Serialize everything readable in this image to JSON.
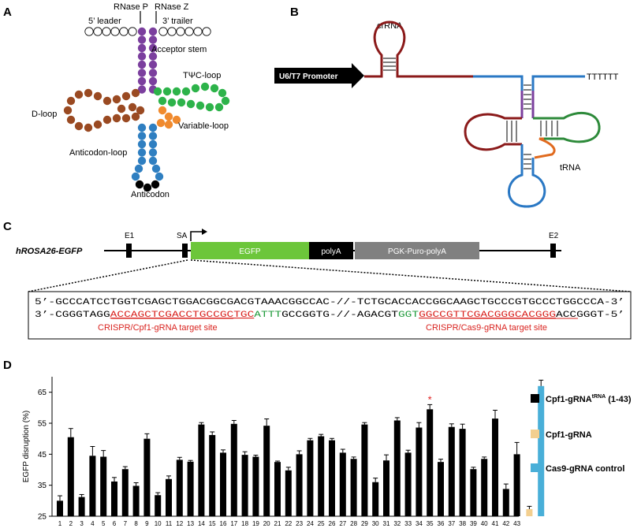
{
  "panels": {
    "a": "A",
    "b": "B",
    "c": "C",
    "d": "D"
  },
  "panel_a": {
    "rnase_p": "RNase P",
    "rnase_z": "RNase Z",
    "leader": "5’ leader",
    "trailer": "3’ trailer",
    "acceptor_stem": "Acceptor stem",
    "twc_loop": "TΨC-loop",
    "d_loop": "D-loop",
    "variable_loop": "Variable-loop",
    "anticodon_loop": "Anticodon-loop",
    "anticodon": "Anticodon",
    "colors": {
      "acceptor": "#7b3f9e",
      "d_loop": "#9a4a22",
      "twc": "#2db34a",
      "variable": "#f08a2e",
      "anticodon": "#2f7fc1",
      "anticodon_bases": "#000000"
    }
  },
  "panel_b": {
    "crrna": "crRNA",
    "promoter": "U6/T7 Promoter",
    "poly_t": "TTTTTT",
    "trna": "tRNA",
    "colors": {
      "crrna": "#8b1a1a",
      "trna_line": "#2a78c4",
      "acceptor": "#7b3f9e",
      "twc": "#2d8a3a",
      "variable": "#e06a1e"
    }
  },
  "panel_c": {
    "locus": "hROSA26-EGFP",
    "e1": "E1",
    "sa": "SA",
    "egfp": "EGFP",
    "polya": "polyA",
    "pgk": "PGK-Puro-polyA",
    "e2": "E2",
    "seq_top": "5’-GCCCATCCTGGTCGAGCTGGACGGCGACGTAAACGGCCAC-//-TCTGCACCACCGGCAAGCTGCCCGTGCCCTGGCCCA-3’",
    "seq_bottom": {
      "p1": "3’-CGGGTAGG",
      "p2": "ACCAGCTCGACCTGCCGCTGC",
      "p3": "ATTT",
      "p4": "GCCGGTG-//-AGACGT",
      "p5": "GGT",
      "p6": "GGCCGTTCGACGGGCACGGG",
      "p7": "ACCGGGT-5’"
    },
    "cpf1_site": "CRISPR/Cpf1-gRNA target site",
    "cas9_site": "CRISPR/Cas9-gRNA target site",
    "colors": {
      "egfp": "#6cc63a",
      "polya": "#000000",
      "pgk": "#808080",
      "target": "#d9231f",
      "pam": "#1f9a3a"
    }
  },
  "chart_data": {
    "type": "bar",
    "ylabel": "EGFP disruption (%)",
    "ylim": [
      25,
      70
    ],
    "yticks": [
      25,
      35,
      45,
      55,
      65
    ],
    "categories": [
      "1",
      "2",
      "3",
      "4",
      "5",
      "6",
      "7",
      "8",
      "9",
      "10",
      "11",
      "12",
      "13",
      "14",
      "15",
      "16",
      "17",
      "18",
      "19",
      "20",
      "21",
      "22",
      "23",
      "24",
      "25",
      "26",
      "27",
      "28",
      "29",
      "30",
      "31",
      "32",
      "33",
      "34",
      "35",
      "36",
      "37",
      "38",
      "39",
      "40",
      "41",
      "42",
      "43"
    ],
    "series": [
      {
        "name": "Cpf1-gRNAtRNA (1-43)",
        "legend_main": "Cpf1-gRNA",
        "legend_sup": "tRNA",
        "legend_rest": " (1-43)",
        "color": "#000000",
        "values": [
          30.0,
          50.5,
          31.2,
          44.5,
          44.2,
          36.2,
          40.2,
          34.8,
          50.0,
          31.8,
          37.0,
          43.2,
          42.6,
          54.6,
          51.2,
          45.5,
          54.8,
          44.8,
          44.2,
          54.2,
          42.5,
          39.8,
          45.0,
          49.5,
          50.8,
          49.5,
          45.5,
          43.5,
          54.6,
          36.0,
          43.0,
          55.9,
          45.5,
          53.6,
          59.5,
          42.5,
          53.8,
          53.2,
          40.2,
          43.5,
          56.5,
          33.8,
          45.0
        ],
        "errors": [
          1.6,
          2.8,
          0.8,
          3.0,
          2.0,
          1.3,
          0.8,
          1.0,
          1.6,
          0.8,
          1.0,
          0.8,
          0.4,
          0.6,
          1.0,
          0.9,
          1.1,
          1.0,
          0.5,
          2.2,
          0.3,
          1.0,
          1.1,
          0.6,
          0.6,
          0.6,
          1.1,
          0.6,
          0.6,
          1.3,
          1.8,
          0.9,
          0.8,
          1.6,
          1.5,
          0.9,
          1.0,
          1.5,
          0.6,
          0.6,
          2.7,
          1.6,
          3.8
        ]
      },
      {
        "name": "Cpf1-gRNA",
        "color": "#f3cf8f",
        "values": [
          27.3
        ],
        "errors": [
          0.9
        ]
      },
      {
        "name": "Cas9-gRNA control",
        "color": "#49afd8",
        "values": [
          67.0
        ],
        "errors": [
          1.9
        ]
      }
    ],
    "annotation": "*",
    "annotation_target": "35",
    "annotation_color": "#e02020"
  }
}
